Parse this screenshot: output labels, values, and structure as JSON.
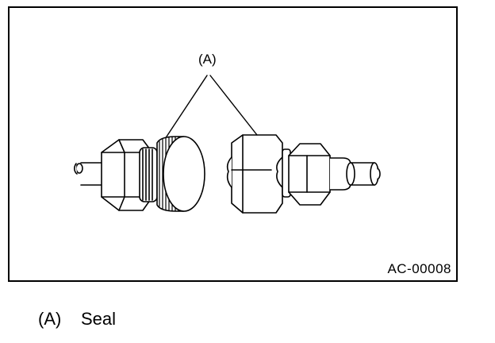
{
  "figure": {
    "callout": "(A)",
    "figure_code": "AC-00008"
  },
  "legend": [
    {
      "key": "(A)",
      "text": "Seal"
    }
  ],
  "colors": {
    "ink": "#000000",
    "paper": "#ffffff"
  }
}
